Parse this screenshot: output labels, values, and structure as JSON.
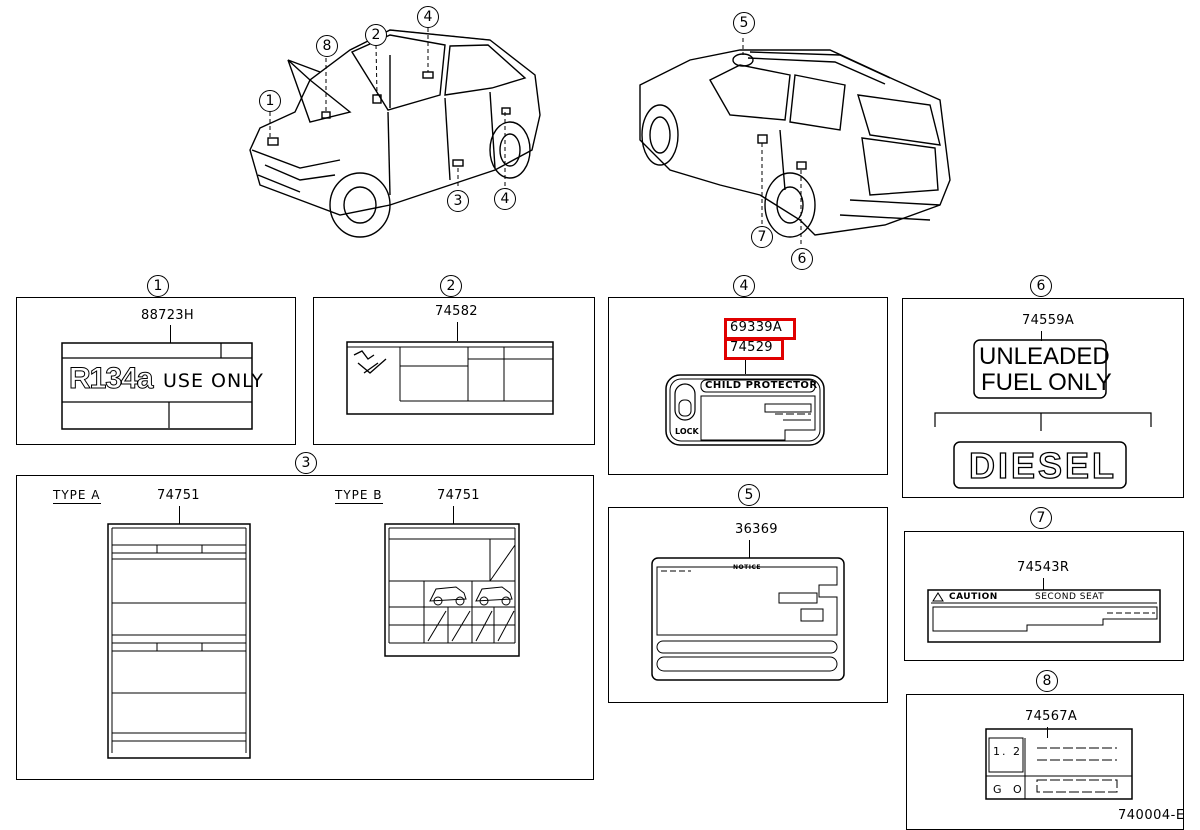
{
  "callouts": {
    "c1": "1",
    "c2": "2",
    "c3": "3",
    "c4": "4",
    "c5": "5",
    "c6": "6",
    "c7": "7",
    "c8": "8"
  },
  "car_callouts": {
    "front": [
      "8",
      "2",
      "4",
      "1",
      "3",
      "4"
    ],
    "rear": [
      "5",
      "7",
      "6"
    ]
  },
  "panels": {
    "p1": {
      "callout": "1",
      "part": "88723H",
      "label_text_1": "R134a",
      "label_text_2": "USE ONLY"
    },
    "p2": {
      "callout": "2",
      "part": "74582"
    },
    "p3": {
      "callout": "3",
      "type_a": {
        "label": "TYPE A",
        "part": "74751"
      },
      "type_b": {
        "label": "TYPE B",
        "part": "74751"
      }
    },
    "p4": {
      "callout": "4",
      "part_1": "69339A",
      "part_2": "74529",
      "label_title": "CHILD PROTECTOR",
      "label_lock": "LOCK"
    },
    "p5": {
      "callout": "5",
      "part": "36369",
      "label_title": "NOTICE"
    },
    "p6": {
      "callout": "6",
      "part": "74559A",
      "label_line_1": "UNLEADED",
      "label_line_2": "FUEL ONLY",
      "label_alt": "DIESEL"
    },
    "p7": {
      "callout": "7",
      "part": "74543R",
      "label_caution": "CAUTION",
      "label_seat": "SECOND SEAT"
    },
    "p8": {
      "callout": "8",
      "part": "74567A",
      "row_1": "1. 2",
      "row_2": "G O"
    }
  },
  "diagram_code": "740004-E",
  "colors": {
    "highlight": "#e00000",
    "line": "#000000"
  }
}
